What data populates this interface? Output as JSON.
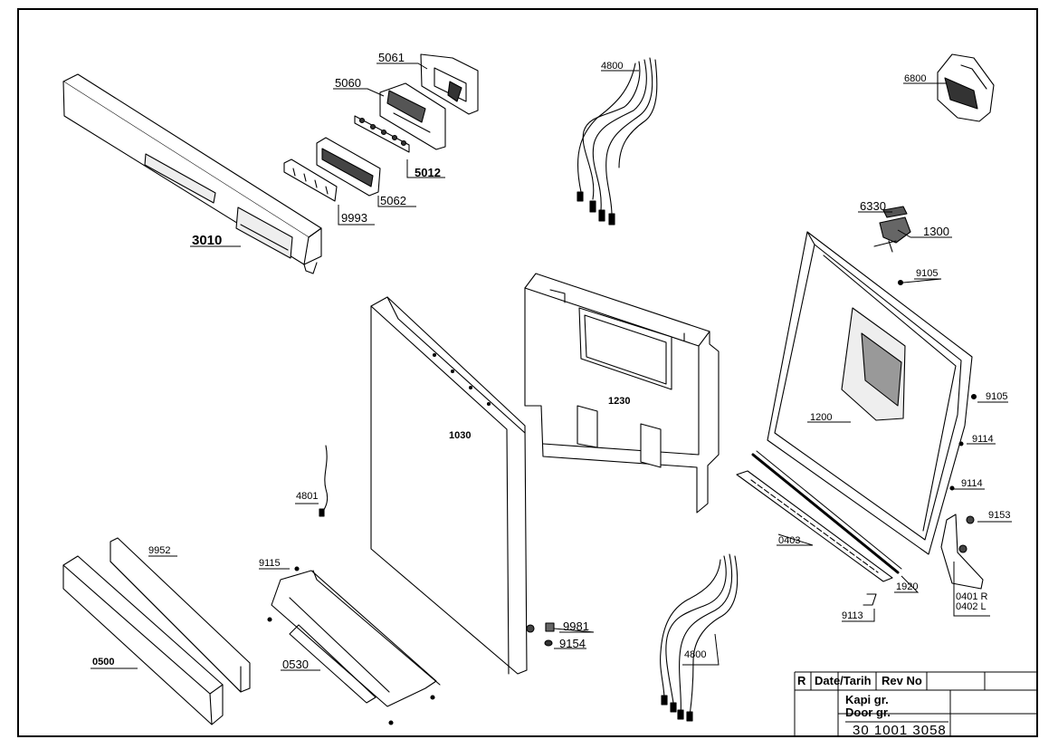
{
  "parts": {
    "p5061": "5061",
    "p5060": "5060",
    "p5012": "5012",
    "p5062": "5062",
    "p9993": "9993",
    "p3010": "3010",
    "p4800a": "4800",
    "p6800": "6800",
    "p6330": "6330",
    "p1300": "1300",
    "p9105a": "9105",
    "p1230": "1230",
    "p1030": "1030",
    "p1200": "1200",
    "p9105b": "9105",
    "p9114a": "9114",
    "p9114b": "9114",
    "p4801": "4801",
    "p9153": "9153",
    "p0403": "0403",
    "p9952": "9952",
    "p9115": "9115",
    "p1920": "1920",
    "p0401": "0401 R",
    "p0402": "0402 L",
    "p9113": "9113",
    "p9981": "9981",
    "p9154": "9154",
    "p0530": "0530",
    "p0500": "0500",
    "p4800b": "4800"
  },
  "title_block": {
    "r": "R",
    "date": "Date/Tarih",
    "rev": "Rev No",
    "name_tr": "Kapi gr.",
    "name_en": "Door gr.",
    "number": "30 1001 3058"
  }
}
